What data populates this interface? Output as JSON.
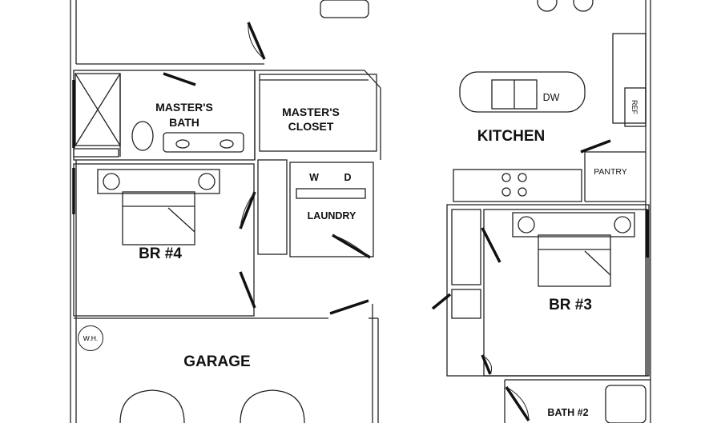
{
  "rooms": {
    "masters_bath": [
      "MASTER'S",
      "BATH"
    ],
    "masters_closet": [
      "MASTER'S",
      "CLOSET"
    ],
    "kitchen": "KITCHEN",
    "laundry": "LAUNDRY",
    "pantry": "PANTRY",
    "br4": "BR #4",
    "br3": "BR #3",
    "garage": "GARAGE",
    "bath2": "BATH #2"
  },
  "appliances": {
    "washer": "W",
    "dryer": "D",
    "dishwasher": "DW",
    "refrigerator": "REF",
    "water_heater": "W.H."
  }
}
